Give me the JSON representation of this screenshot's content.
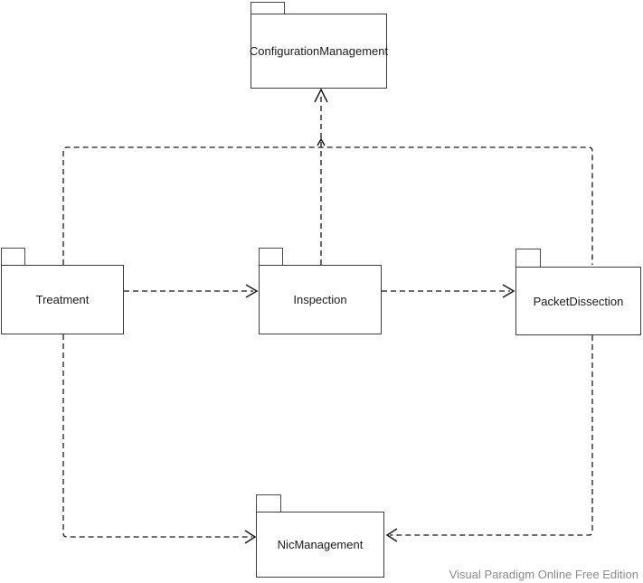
{
  "diagram": {
    "type": "uml-package-diagram",
    "packages": [
      {
        "name": "ConfigurationManagement"
      },
      {
        "name": "Treatment"
      },
      {
        "name": "Inspection"
      },
      {
        "name": "PacketDissection"
      },
      {
        "name": "NicManagement"
      }
    ],
    "dependencies": [
      {
        "from": "Treatment",
        "to": "Inspection",
        "style": "dashed-open-arrow"
      },
      {
        "from": "Inspection",
        "to": "PacketDissection",
        "style": "dashed-open-arrow"
      },
      {
        "from": "Inspection",
        "to": "ConfigurationManagement",
        "style": "dashed-open-arrow"
      },
      {
        "from": "Treatment",
        "to": "ConfigurationManagement",
        "style": "dashed-open-arrow"
      },
      {
        "from": "PacketDissection",
        "to": "ConfigurationManagement",
        "style": "dashed-open-arrow"
      },
      {
        "from": "Treatment",
        "to": "NicManagement",
        "style": "dashed-open-arrow"
      },
      {
        "from": "PacketDissection",
        "to": "NicManagement",
        "style": "dashed-open-arrow"
      }
    ]
  },
  "watermark": {
    "text": "Visual Paradigm Online Free Edition"
  },
  "colors": {
    "background": "#ffffff",
    "box_fill": "#ffffff",
    "box_border": "#3d3d3d",
    "line": "#1a1a1a",
    "watermark_text": "#8c8c8c"
  }
}
